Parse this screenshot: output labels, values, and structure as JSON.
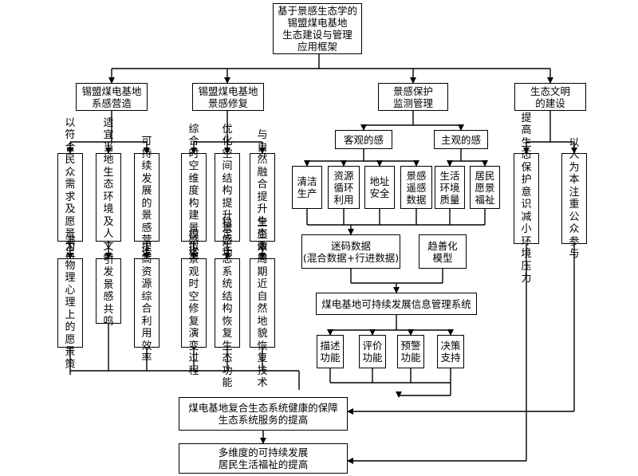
{
  "colors": {
    "line": "#000000",
    "background": "#ffffff"
  },
  "boxes": {
    "root": "基于景感生态学的\n锡盟煤电基地\n生态建设与管理\n应用框架",
    "b1": "锡盟煤电基地\n系感营造",
    "b2": "锡盟煤电基地\n景感修复",
    "b3": "景感保护\n监测管理",
    "b4": "生态文明\n的建设",
    "b1a": "以\n符\n合\n民\n众\n需\n求\n及\n愿\n景\n为\n目\n的",
    "b1b": "适\n宜\n当\n地\n生\n态\n环\n境\n及\n人\n文\n特\n征",
    "b1c": "可\n持\n续\n发\n展\n的\n景\n感\n营\n造",
    "b1a2": "满\n足\n物\n理\n心\n理\n上\n的\n愿\n景\n策",
    "b1b2": "引\n发\n景\n感\n共\n鸣",
    "b1c2": "提\n高\n资\n源\n综\n合\n利\n用\n效\n率",
    "b2a": "综\n合\n时\n空\n维\n度\n构\n建\n景\n感\n格\n局",
    "b2b": "优\n化\n空\n间\n结\n构\n提\n升\n景\n感\n功\n能",
    "b2c": "与\n自\n然\n融\n合\n提\n升\n生\n态\n效\n益",
    "b2a2": "模\n拟\n景\n观\n时\n空\n修\n复\n演\n变\n过\n程",
    "b2b2": "稳\n定\n生\n态\n系\n统\n结\n构\n恢\n复\n生\n态\n功\n能",
    "b2c2": "全\n生\n命\n周\n期\n近\n自\n然\n地\n貌\n恢\n复\n技\n术",
    "obj": "客观的感",
    "subj": "主观的感",
    "o1": "清洁\n生产",
    "o2": "资源\n循环\n利用",
    "o3": "地址\n安全",
    "o4": "景感\n遥感\n数据",
    "s1": "生活\n环境\n质量",
    "s2": "居民\n愿景\n福祉",
    "mi": "迷码数据\n(混合数据+行进数据)",
    "qs": "趋善化\n模型",
    "info": "煤电基地可持续发展信息管理系统",
    "f1": "描述\n功能",
    "f2": "评价\n功能",
    "f3": "预警\n功能",
    "f4": "决策\n支持",
    "b4a": "提\n高\n生\n态\n保\n护\n意\n识\n减\n小\n环\n境\n压\n力",
    "b4b": "以\n人\n为\n本\n注\n重\n公\n众\n参\n与",
    "out1": "煤电基地复合生态系统健康的保障\n生态系统服务的提高",
    "out2": "多维度的可持续发展\n居民生活福祉的提高"
  }
}
